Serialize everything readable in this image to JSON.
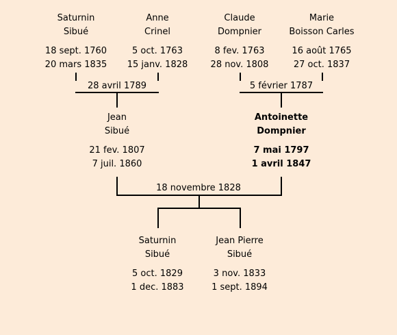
{
  "persons": {
    "p1": {
      "first": "Saturnin",
      "last": "Sibué",
      "birth": "18 sept. 1760",
      "death": "20 mars 1835"
    },
    "p2": {
      "first": "Anne",
      "last": "Crinel",
      "birth": "5 oct. 1763",
      "death": "15 janv. 1828"
    },
    "p3": {
      "first": "Claude",
      "last": "Dompnier",
      "birth": "8 fev. 1763",
      "death": "28 nov. 1808"
    },
    "p4": {
      "first": "Marie",
      "last": "Boisson Carles",
      "birth": "16 août 1765",
      "death": "27 oct. 1837"
    },
    "jean": {
      "first": "Jean",
      "last": "Sibué",
      "birth": "21 fev. 1807",
      "death": "7 juil. 1860"
    },
    "antoinette": {
      "first": "Antoinette",
      "last": "Dompnier",
      "birth": "7 mai 1797",
      "death": "1 avril 1847"
    },
    "c1": {
      "first": "Saturnin",
      "last": "Sibué",
      "birth": "5 oct. 1829",
      "death": "1 dec. 1883"
    },
    "c2": {
      "first": "Jean Pierre",
      "last": "Sibué",
      "birth": "3 nov. 1833",
      "death": "1 sept. 1894"
    }
  },
  "marriages": {
    "m1": "28 avril 1789",
    "m2": "5 février 1787",
    "m3": "18 novembre 1828"
  }
}
